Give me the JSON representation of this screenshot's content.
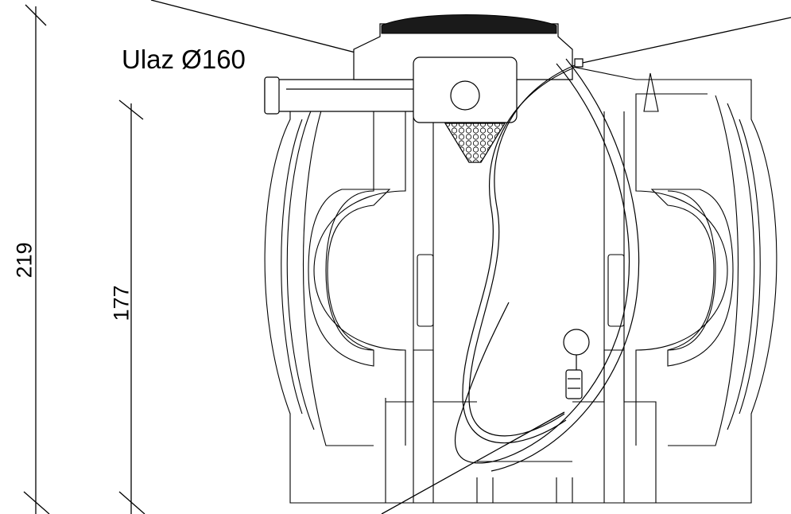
{
  "labels": {
    "inlet": "Ulaz Ø160",
    "height_total": "219",
    "height_inlet": "177"
  },
  "colors": {
    "line": "#000000",
    "background": "#ffffff",
    "lid": "#1a1a1a"
  }
}
